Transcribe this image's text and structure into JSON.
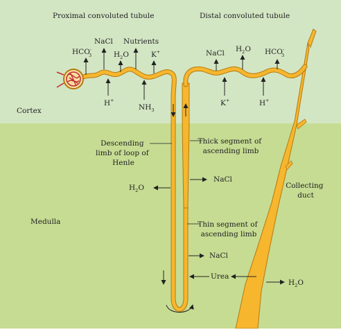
{
  "title_left": "Proximal convoluted tubule",
  "title_right": "Distal convoluted tubule",
  "regions": {
    "cortex": "Cortex",
    "medulla": "Medulla"
  },
  "colors": {
    "cortex_bg": "#d3e6c4",
    "medulla_bg": "#c6dc93",
    "tubule": "#f6b62e",
    "tubule_edge": "#b5790f",
    "glomerulus": "#c22a32"
  },
  "pct": {
    "hco3": {
      "main": "HCO",
      "sub": "3",
      "sup": "-"
    },
    "nacl": "NaCl",
    "nutrients": "Nutrients",
    "h2o": {
      "a": "H",
      "sub": "2",
      "b": "O"
    },
    "k": {
      "main": "K",
      "sup": "+"
    },
    "h": {
      "main": "H",
      "sup": "+"
    },
    "nh3": {
      "main": "NH",
      "sub": "3"
    }
  },
  "dct": {
    "nacl": "NaCl",
    "h2o": {
      "a": "H",
      "sub": "2",
      "b": "O"
    },
    "hco3": {
      "main": "HCO",
      "sub": "3",
      "sup": "-"
    },
    "k": {
      "main": "K",
      "sup": "+"
    },
    "h": {
      "main": "H",
      "sup": "+"
    }
  },
  "loop": {
    "descending": [
      "Descending",
      "limb of loop of",
      "Henle"
    ],
    "thick": [
      "Thick segment of",
      "ascending limb"
    ],
    "thin": [
      "Thin segment of",
      "ascending limb"
    ],
    "h2o": {
      "a": "H",
      "sub": "2",
      "b": "O"
    },
    "nacl_upper": "NaCl",
    "nacl_lower": "NaCl",
    "urea": "Urea"
  },
  "duct": {
    "label": [
      "Collecting",
      "duct"
    ],
    "h2o": {
      "a": "H",
      "sub": "2",
      "b": "O"
    }
  }
}
